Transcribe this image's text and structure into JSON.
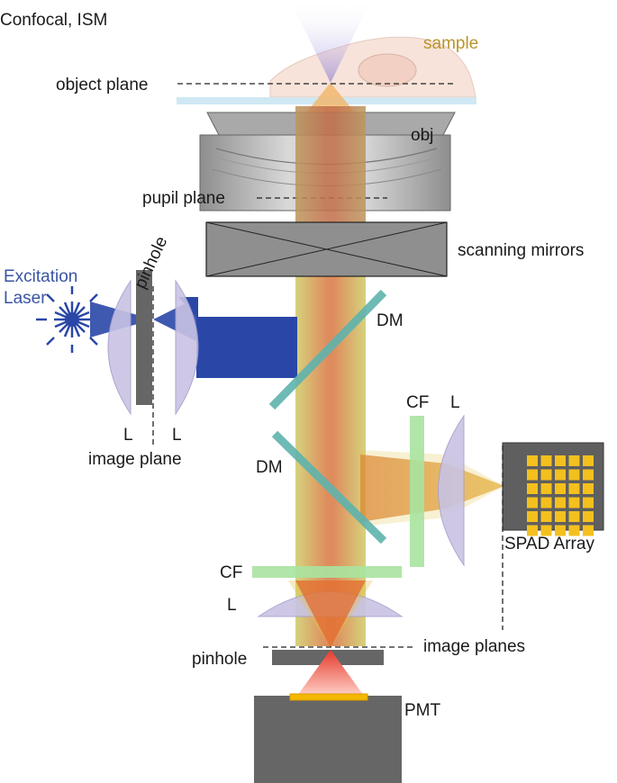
{
  "title": "Confocal, ISM",
  "labels": {
    "sample": "sample",
    "object_plane": "object plane",
    "obj": "obj",
    "pupil_plane": "pupil plane",
    "scanning_mirrors": "scanning mirrors",
    "excitation_line1": "Excitation",
    "excitation_line2": "Laser",
    "pinhole_rotated": "pinhole",
    "dm_top": "DM",
    "dm_bottom": "DM",
    "lens_left_1": "L",
    "lens_left_2": "L",
    "image_plane": "image plane",
    "cf_right": "CF",
    "lens_right": "L",
    "spad_array": "SPAD Array",
    "cf_bottom": "CF",
    "lens_bottom": "L",
    "image_planes": "image planes",
    "pinhole_bottom": "pinhole",
    "pmt": "PMT"
  },
  "colors": {
    "excitation_blue": "#2a47a8",
    "emission_red": "#d8321e",
    "emission_orange": "#e88a2a",
    "filter_green": "#a9e3a0",
    "lens_lavender": "#c9c3e4",
    "dichroic_teal": "#5fb3ad",
    "spad_pixel_yellow": "#f4c01e",
    "pmt_window": "#f5b800",
    "body_gray": "#666666",
    "sample_pink": "#f7e3da",
    "coverslip_blue": "#cfe8f3"
  },
  "spad_grid": {
    "rows": 6,
    "cols": 5
  }
}
